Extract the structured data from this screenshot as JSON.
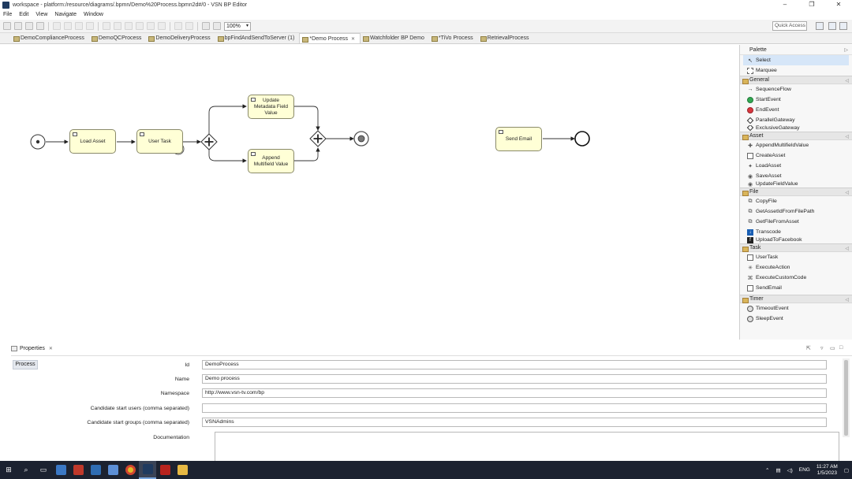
{
  "window": {
    "title": "workspace - platform:/resource/diagrams/.bpmn/Demo%20Process.bpmn2d#/0 - VSN BP Editor",
    "controls": [
      "–",
      "❐",
      "✕"
    ]
  },
  "menu": [
    "File",
    "Edit",
    "View",
    "Navigate",
    "Window"
  ],
  "toolbar": {
    "zoom": "100%",
    "quick_access": "Quick Access"
  },
  "tabs": [
    {
      "label": "DemoComplianceProcess",
      "active": false
    },
    {
      "label": "DemoQCProcess",
      "active": false
    },
    {
      "label": "DemoDeliveryProcess",
      "active": false
    },
    {
      "label": "bpFindAndSendToServer (1)",
      "active": false
    },
    {
      "label": "*Demo Process",
      "active": true
    },
    {
      "label": "Watchfolder BP Demo",
      "active": false
    },
    {
      "label": "*TiVo Process",
      "active": false
    },
    {
      "label": "RetrievalProcess",
      "active": false
    }
  ],
  "diagram": {
    "tasks": {
      "load_asset": "Load Asset",
      "user_task": "User Task",
      "update_metadata": "Update Metadata Field Value",
      "append_multifield": "Append Multifield Value",
      "send_email": "Send Email"
    }
  },
  "palette": {
    "title": "Palette",
    "tools": [
      "Select",
      "Marquee"
    ],
    "sections": [
      {
        "name": "General",
        "items": [
          "SequenceFlow",
          "StartEvent",
          "EndEvent",
          "ParallelGateway",
          "ExclusiveGateway"
        ]
      },
      {
        "name": "Asset",
        "items": [
          "AppendMultifieldValue",
          "CreateAsset",
          "LoadAsset",
          "SaveAsset",
          "UpdateFieldValue"
        ]
      },
      {
        "name": "File",
        "items": [
          "CopyFile",
          "GetAssetIdFromFilePath",
          "GetFileFromAsset",
          "Transcode",
          "UploadToFacebook"
        ]
      },
      {
        "name": "Task",
        "items": [
          "UserTask",
          "ExecuteAction",
          "ExecuteCustomCode",
          "SendEmail"
        ]
      },
      {
        "name": "Timer",
        "items": [
          "TimeoutEvent",
          "SleepEvent"
        ]
      }
    ]
  },
  "properties": {
    "title": "Properties",
    "tab": "Process",
    "fields": [
      {
        "label": "Id",
        "value": "DemoProcess"
      },
      {
        "label": "Name",
        "value": "Demo process"
      },
      {
        "label": "Namespace",
        "value": "http://www.vsn-tv.com/bp"
      },
      {
        "label": "Candidate start users (comma separated)",
        "value": ""
      },
      {
        "label": "Candidate start groups (comma separated)",
        "value": "VSNAdmins"
      },
      {
        "label": "Documentation",
        "value": ""
      }
    ]
  },
  "taskbar": {
    "language": "ENG",
    "time": "11:27 AM",
    "date": "1/5/2023"
  }
}
